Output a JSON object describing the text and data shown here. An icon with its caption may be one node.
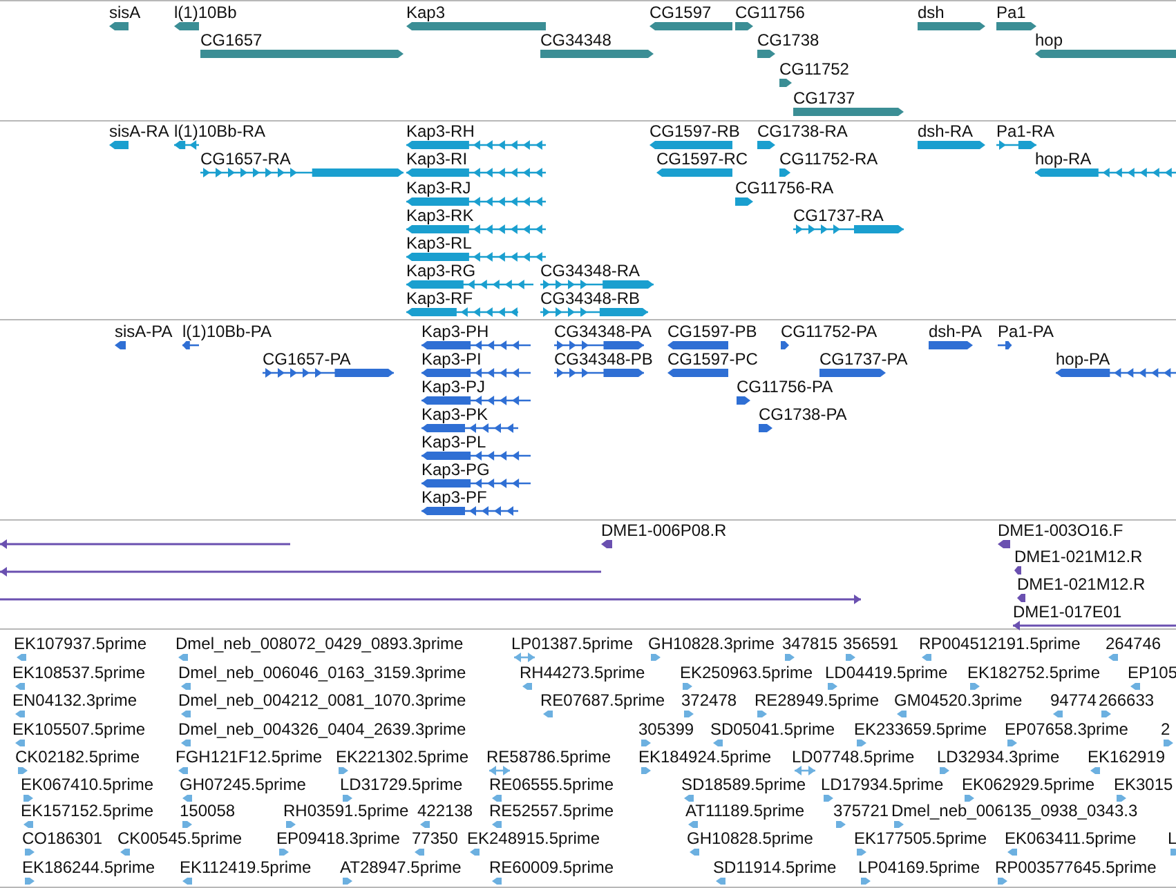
{
  "diagram": {
    "labels": [
      "sisA",
      "l(1)10Bb",
      "Kap3",
      "CG1597",
      "CG11756",
      "dsh",
      "Pa1",
      "CG1657",
      "CG34348",
      "CG1738",
      "hop",
      "CG11752",
      "CG1737",
      "sisA-RA",
      "l(1)10Bb-RA",
      "Kap3-RH",
      "CG1597-RB",
      "CG1738-RA",
      "dsh-RA",
      "Pa1-RA",
      "CG1657-RA",
      "Kap3-RI",
      "CG1597-RC",
      "CG11752-RA",
      "hop-RA",
      "Kap3-RJ",
      "CG11756-RA",
      "Kap3-RK",
      "CG1737-RA",
      "Kap3-RL",
      "Kap3-RG",
      "CG34348-RA",
      "Kap3-RF",
      "CG34348-RB",
      "sisA-PA",
      "l(1)10Bb-PA",
      "Kap3-PH",
      "CG34348-PA",
      "CG1597-PB",
      "CG11752-PA",
      "dsh-PA",
      "Pa1-PA",
      "CG1657-PA",
      "Kap3-PI",
      "CG34348-PB",
      "CG1597-PC",
      "CG1737-PA",
      "hop-PA",
      "Kap3-PJ",
      "CG11756-PA",
      "Kap3-PK",
      "CG1738-PA",
      "Kap3-PL",
      "Kap3-PG",
      "Kap3-PF",
      "DME1-006P08.R",
      "DME1-003O16.F",
      "DME1-021M12.R",
      "DME1-021M12.R",
      "DME1-017E01",
      "EK107937.5prime",
      "Dmel_neb_008072_0429_0893.3prime",
      "LP01387.5prime",
      "GH10828.3prime",
      "347815",
      "356591",
      "RP004512191.5prime",
      "264746",
      "EK108537.5prime",
      "Dmel_neb_006046_0163_3159.3prime",
      "RH44273.5prime",
      "EK250963.5prime",
      "LD04419.5prime",
      "EK182752.5prime",
      "EP105",
      "EN04132.3prime",
      "Dmel_neb_004212_0081_1070.3prime",
      "RE07687.5prime",
      "372478",
      "RE28949.5prime",
      "GM04520.3prime",
      "94774",
      "266633",
      "EK105507.5prime",
      "Dmel_neb_004326_0404_2639.3prime",
      "305399",
      "SD05041.5prime",
      "EK233659.5prime",
      "EP07658.3prime",
      "2",
      "CK02182.5prime",
      "FGH121F12.5prime",
      "EK221302.5prime",
      "RE58786.5prime",
      "EK184924.5prime",
      "LD07748.5prime",
      "LD32934.3prime",
      "EK162919",
      "EK067410.5prime",
      "GH07245.5prime",
      "LD31729.5prime",
      "RE06555.5prime",
      "SD18589.5prime",
      "LD17934.5prime",
      "EK062929.5prime",
      "EK3015",
      "EK157152.5prime",
      "150058",
      "RH03591.5prime",
      "422138",
      "RE52557.5prime",
      "AT11189.5prime",
      "375721",
      "Dmel_neb_006135_0938_0343.3",
      "CO186301",
      "CK00545.5prime",
      "EP09418.3prime",
      "77350",
      "EK248915.5prime",
      "GH10828.5prime",
      "EK177505.5prime",
      "EK063411.5prime",
      "L",
      "EK186244.5prime",
      "EK112419.5prime",
      "AT28947.5prime",
      "RE60009.5prime",
      "SD11914.5prime",
      "LP04169.5prime",
      "RP003577645.5prime"
    ]
  }
}
